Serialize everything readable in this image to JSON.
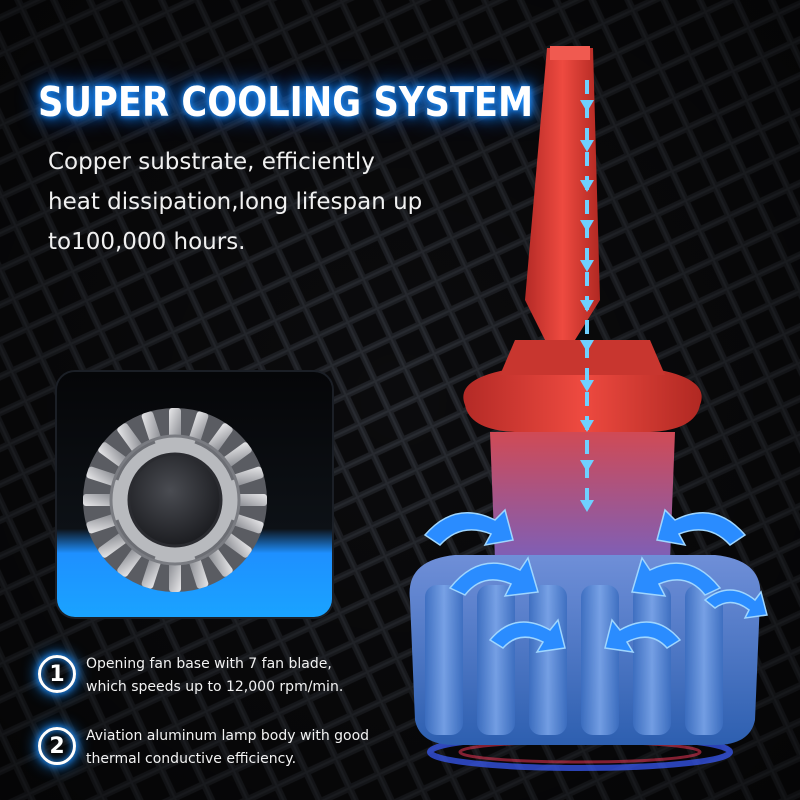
{
  "title": "SUPER COOLING SYSTEM",
  "description": {
    "line1": "Copper substrate, efficiently",
    "line2": "heat dissipation,long lifespan up",
    "line3": "to100,000 hours."
  },
  "features": [
    {
      "number": "1",
      "line1": "Opening fan base with 7 fan blade,",
      "line2": "which speeds up to 12,000 rpm/min."
    },
    {
      "number": "2",
      "line1": "Aviation aluminum lamp body with good",
      "line2": "thermal conductive efficiency."
    }
  ],
  "icons": {
    "fan_base": "fan-base-closeup-icon",
    "bulb": "led-bulb-icon",
    "airflow": "airflow-arrow-icon",
    "heat_flow": "heat-flow-arrow-icon"
  },
  "colors": {
    "background": "#0b0b0d",
    "glow": "#1e90ff",
    "bulb_top": "#e0403a",
    "bulb_bottom": "#3a7fd0",
    "arrow": "#2a8cff"
  }
}
